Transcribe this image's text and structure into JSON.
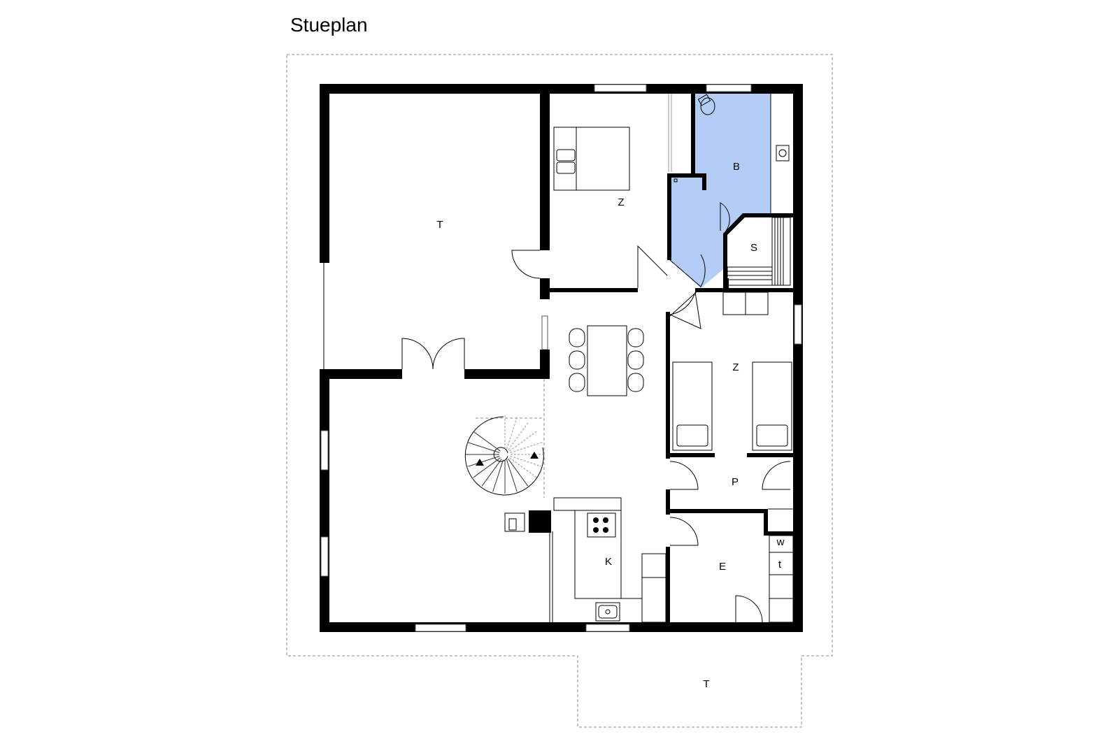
{
  "floor_title": "Stueplan",
  "rooms": [
    {
      "id": "terrace-left",
      "label": "T"
    },
    {
      "id": "bedroom-top",
      "label": "Z"
    },
    {
      "id": "bathroom",
      "label": "B"
    },
    {
      "id": "sauna",
      "label": "S"
    },
    {
      "id": "bedroom-right",
      "label": "Z"
    },
    {
      "id": "hall",
      "label": "P"
    },
    {
      "id": "kitchen",
      "label": "K"
    },
    {
      "id": "utility",
      "label": "E"
    },
    {
      "id": "washer",
      "label": "w"
    },
    {
      "id": "dryer",
      "label": "t"
    },
    {
      "id": "terrace-bottom",
      "label": "T"
    }
  ],
  "colors": {
    "wall": "#000000",
    "bathroom_fill": "#b3cdf7",
    "outline_dashed": "#888888"
  }
}
